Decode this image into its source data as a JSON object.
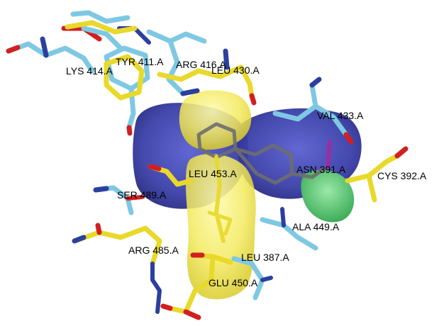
{
  "labels": {
    "lys414": "LYS 414.A",
    "tyr411": "TYR 411.A",
    "arg416": "ARG 416.A",
    "leu430": "LEU 430.A",
    "val433": "VAL 433.A",
    "leu453": "LEU 453.A",
    "asn391": "ASN 391.A",
    "cys392": "CYS 392.A",
    "ser489": "SER 489.A",
    "ala449": "ALA 449.A",
    "arg485": "ARG 485.A",
    "leu387": "LEU 387.A",
    "glu450": "GLU 450.A"
  },
  "colors": {
    "background": "#ffffff",
    "carbon_cyan": "#7ec8e3",
    "carbon_yellow": "#e8d92a",
    "nitrogen": "#2b3f9e",
    "oxygen": "#d21f1f",
    "surface_blue": "#3a3fa8",
    "surface_yellow": "#f0e86a",
    "surface_green": "#55c46f",
    "label_text": "#000000"
  }
}
